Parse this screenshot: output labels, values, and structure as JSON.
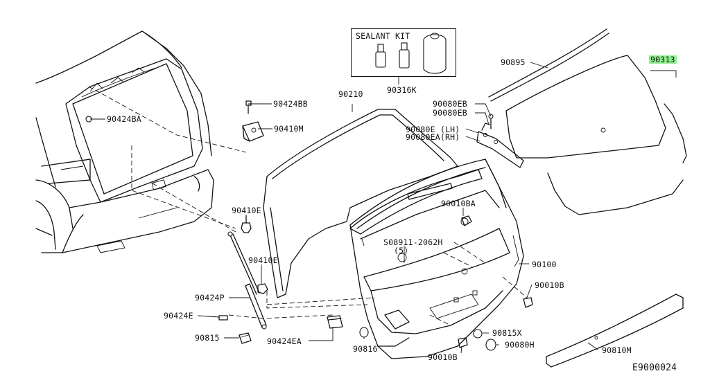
{
  "diagram_code": "E9000024",
  "sealant_kit": {
    "title": "SEALANT KIT",
    "part_number": "90316K"
  },
  "parts": [
    {
      "id": "p90424BB",
      "number": "90424BB"
    },
    {
      "id": "p90424BA",
      "number": "90424BA"
    },
    {
      "id": "p90410M",
      "number": "90410M"
    },
    {
      "id": "p90210",
      "number": "90210"
    },
    {
      "id": "p90080EB_1",
      "number": "90080EB"
    },
    {
      "id": "p90080EB_2",
      "number": "90080EB"
    },
    {
      "id": "p90080E",
      "number": "90080E (LH)"
    },
    {
      "id": "p90080EA",
      "number": "90080EA(RH)"
    },
    {
      "id": "p90895",
      "number": "90895"
    },
    {
      "id": "p90313",
      "number": "90313",
      "highlighted": true
    },
    {
      "id": "p90410E_1",
      "number": "90410E"
    },
    {
      "id": "p90410E_2",
      "number": "90410E"
    },
    {
      "id": "p90010BA",
      "number": "90010BA"
    },
    {
      "id": "p08911",
      "number": "S08911-2062H"
    },
    {
      "id": "p08911qty",
      "number": "(5)"
    },
    {
      "id": "p90100",
      "number": "90100"
    },
    {
      "id": "p90424P",
      "number": "90424P"
    },
    {
      "id": "p90424E",
      "number": "90424E"
    },
    {
      "id": "p90010B_1",
      "number": "90010B"
    },
    {
      "id": "p90815",
      "number": "90815"
    },
    {
      "id": "p90424EA",
      "number": "90424EA"
    },
    {
      "id": "p90816",
      "number": "90816"
    },
    {
      "id": "p90815X",
      "number": "90815X"
    },
    {
      "id": "p90080H",
      "number": "90080H"
    },
    {
      "id": "p90010B_2",
      "number": "90010B"
    },
    {
      "id": "p90810M",
      "number": "90810M"
    }
  ],
  "colors": {
    "line": "#111111",
    "highlight": "#8ff08f",
    "background": "#ffffff"
  }
}
